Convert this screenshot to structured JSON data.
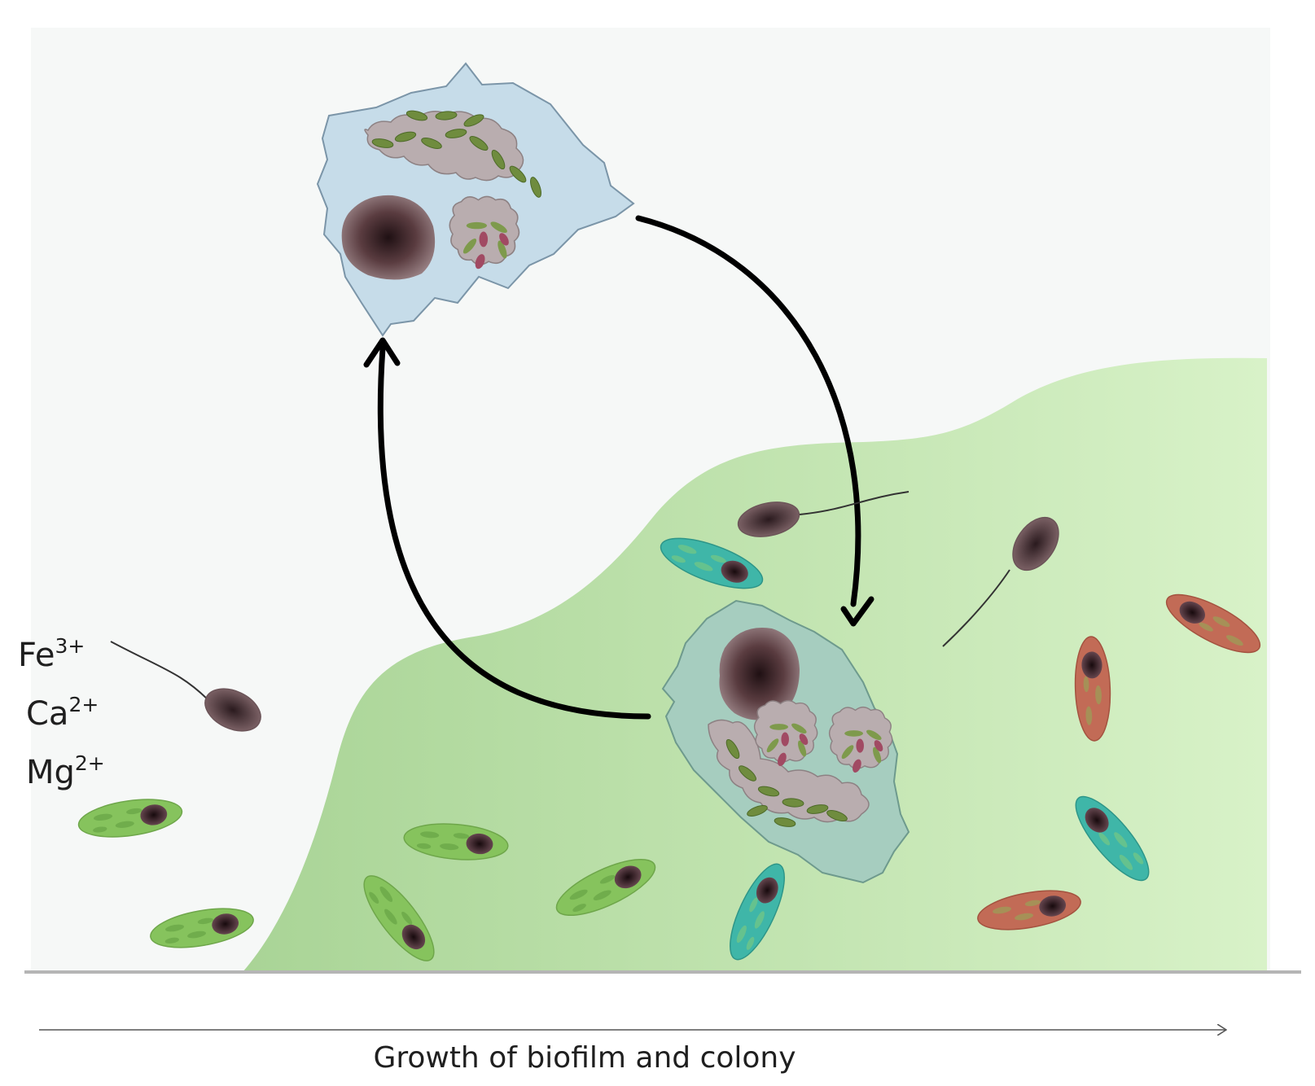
{
  "ions": [
    {
      "symbol": "Fe",
      "charge": "3+"
    },
    {
      "symbol": "Ca",
      "charge": "2+"
    },
    {
      "symbol": "Mg",
      "charge": "2+"
    }
  ],
  "axis_label": "Growth of biofilm and colony",
  "colors": {
    "background": "#f6f8f7",
    "biofilm_left": "#a9d496",
    "biofilm_right": "#d8f2c8",
    "amoeba": "#c6dce9",
    "amoeba_in_biofilm": "#a6cdbf",
    "bacterium_green": "#86c35d",
    "bacterium_teal": "#3fb6a8",
    "bacterium_red": "#c26b56",
    "bacterium_dark": "#6b4c50",
    "nucleus": "#3c262a",
    "arrow": "#000000",
    "ground_line": "#b5b5b5"
  }
}
